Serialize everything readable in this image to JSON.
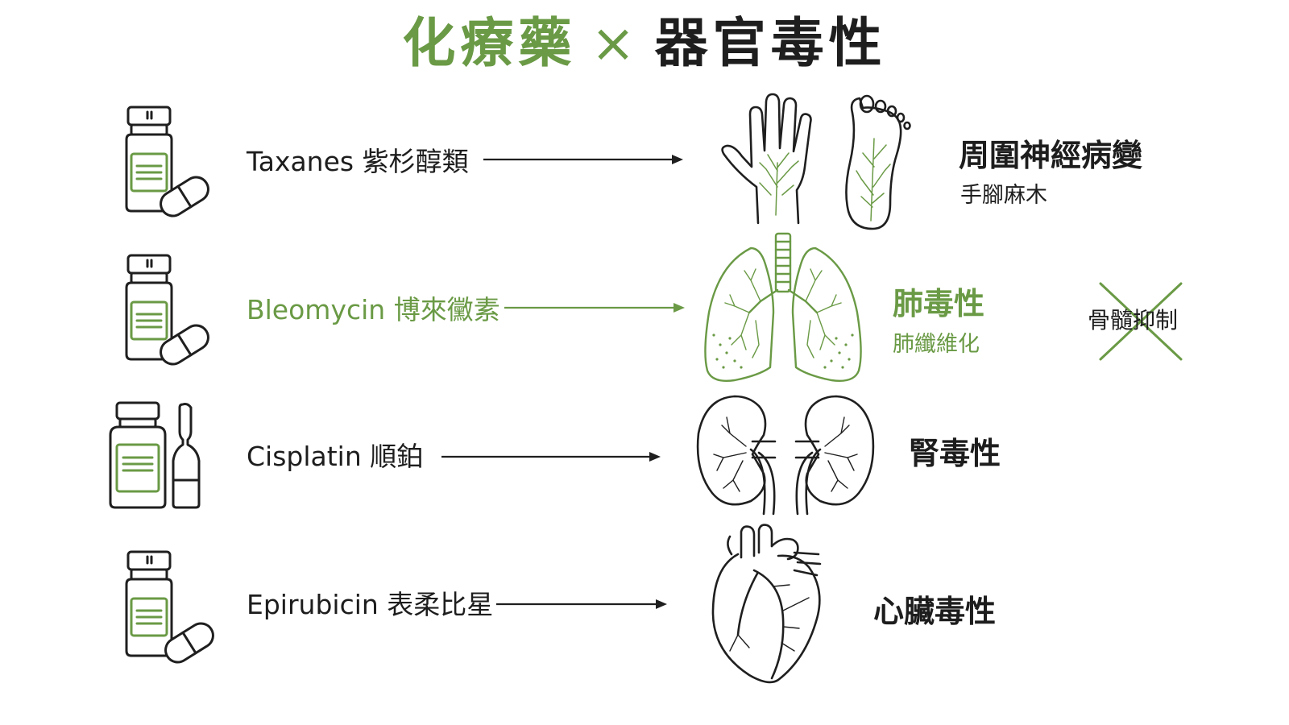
{
  "title": {
    "part1": "化療藥",
    "separator": "×",
    "part2": "器官毒性"
  },
  "rows": [
    {
      "drug": "Taxanes 紫杉醇類",
      "organ_icon": "hand-foot-nerves-icon",
      "toxicity": "周圍神經病變",
      "detail": "手腳麻木",
      "highlighted": false
    },
    {
      "drug": "Bleomycin 博來黴素",
      "organ_icon": "lungs-icon",
      "toxicity": "肺毒性",
      "detail": "肺纖維化",
      "highlighted": true
    },
    {
      "drug": "Cisplatin 順鉑",
      "organ_icon": "kidneys-icon",
      "toxicity": "腎毒性",
      "detail": "",
      "highlighted": false
    },
    {
      "drug": "Epirubicin 表柔比星",
      "organ_icon": "heart-icon",
      "toxicity": "心臟毒性",
      "detail": "",
      "highlighted": false
    }
  ],
  "crossed_out": {
    "text": "骨髓抑制",
    "mark": "x-cross-icon"
  },
  "colors": {
    "accent": "#6a9a45",
    "ink": "#1e1e1e",
    "background": "#ffffff"
  }
}
